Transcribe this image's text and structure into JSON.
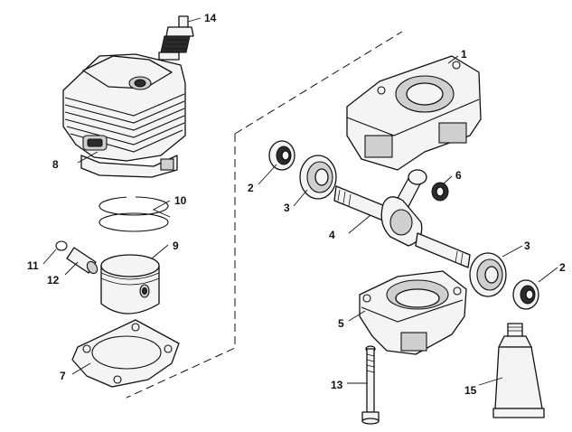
{
  "callouts": {
    "cylinder": "8",
    "spark_plug": "14",
    "piston_rings": "10",
    "piston": "9",
    "circlip": "11",
    "piston_pin": "12",
    "gasket": "7",
    "crankcase_top": "1",
    "seal_left": "2",
    "bearing_left": "3",
    "needle_bearing": "6",
    "crankshaft": "4",
    "bearing_right": "3",
    "seal_right": "2",
    "crankcase_bottom": "5",
    "screw": "13",
    "grease_tube": "15"
  },
  "colors": {
    "line": "#111111",
    "fill": "#f4f4f4",
    "background": "#ffffff"
  }
}
